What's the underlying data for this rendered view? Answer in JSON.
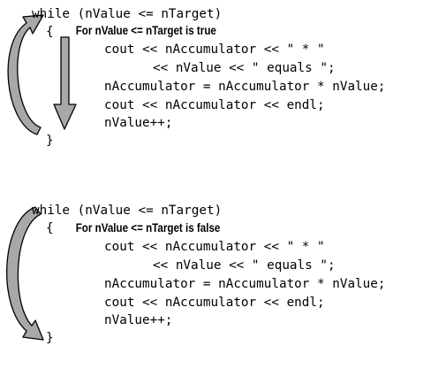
{
  "panels": [
    {
      "caption": "For nValue <= nTarget is true",
      "code": [
        "while (nValue <= nTarget)",
        "{",
        "cout << nAccumulator << \" * \"",
        "<< nValue << \" equals \";",
        "nAccumulator = nAccumulator * nValue;",
        "cout << nAccumulator << endl;",
        "nValue++;",
        "}"
      ]
    },
    {
      "caption": "For nValue <= nTarget is false",
      "code": [
        "while (nValue <= nTarget)",
        "{",
        "cout << nAccumulator << \" * \"",
        "<< nValue << \" equals \";",
        "nAccumulator = nAccumulator * nValue;",
        "cout << nAccumulator << endl;",
        "nValue++;",
        "}"
      ]
    }
  ],
  "colors": {
    "arrow_fill": "#a8a8a8",
    "arrow_stroke": "#000000"
  }
}
